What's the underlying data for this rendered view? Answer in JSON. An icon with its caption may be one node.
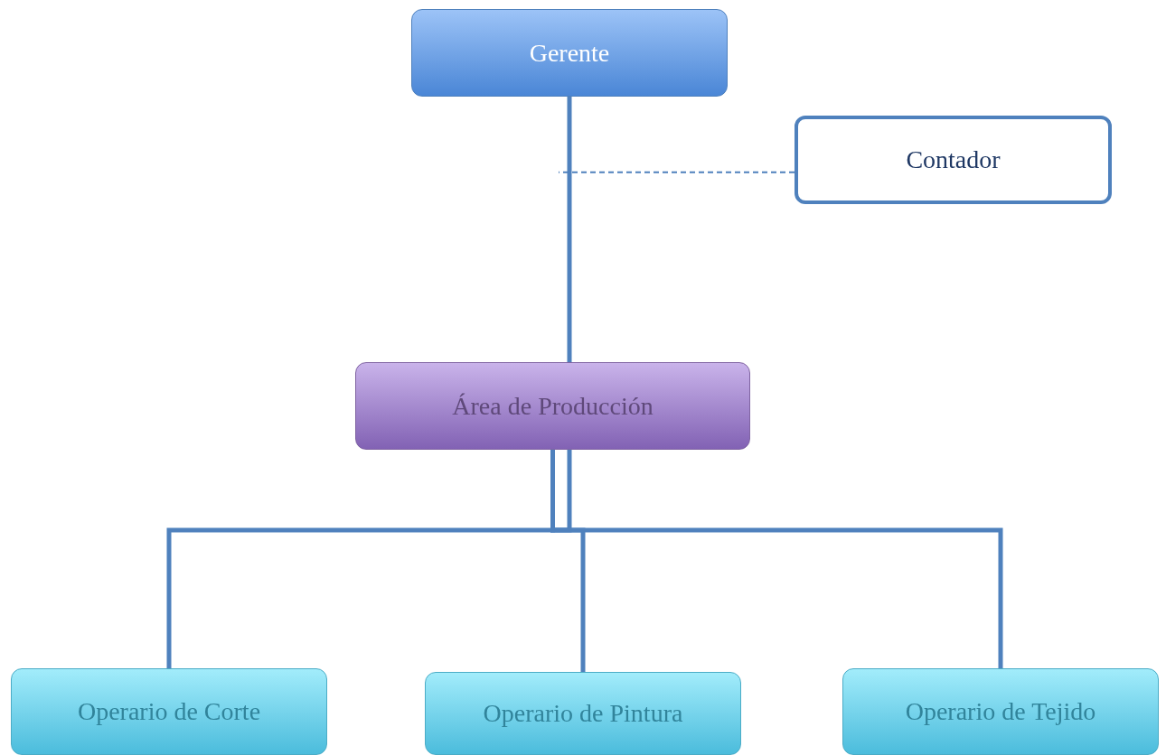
{
  "diagram": {
    "nodes": [
      {
        "text": [
          "Gerente"
        ]
      },
      {
        "text": [
          "Contador"
        ]
      },
      {
        "text": [
          "Área de Producción"
        ]
      },
      {
        "text": [
          "Operario de Corte"
        ]
      },
      {
        "text": [
          "Operario de Pintura"
        ]
      },
      {
        "text": [
          "Operario de Tejido"
        ]
      }
    ],
    "edges": [
      {
        "from": 0,
        "to": 2,
        "arrow": "none"
      },
      {
        "from": 1,
        "to": null,
        "arrow": "none",
        "style": "dashed"
      },
      {
        "from": 2,
        "to": 3,
        "arrow": "none"
      },
      {
        "from": 2,
        "to": 4,
        "arrow": "none"
      },
      {
        "from": 2,
        "to": 5,
        "arrow": "none"
      }
    ]
  }
}
